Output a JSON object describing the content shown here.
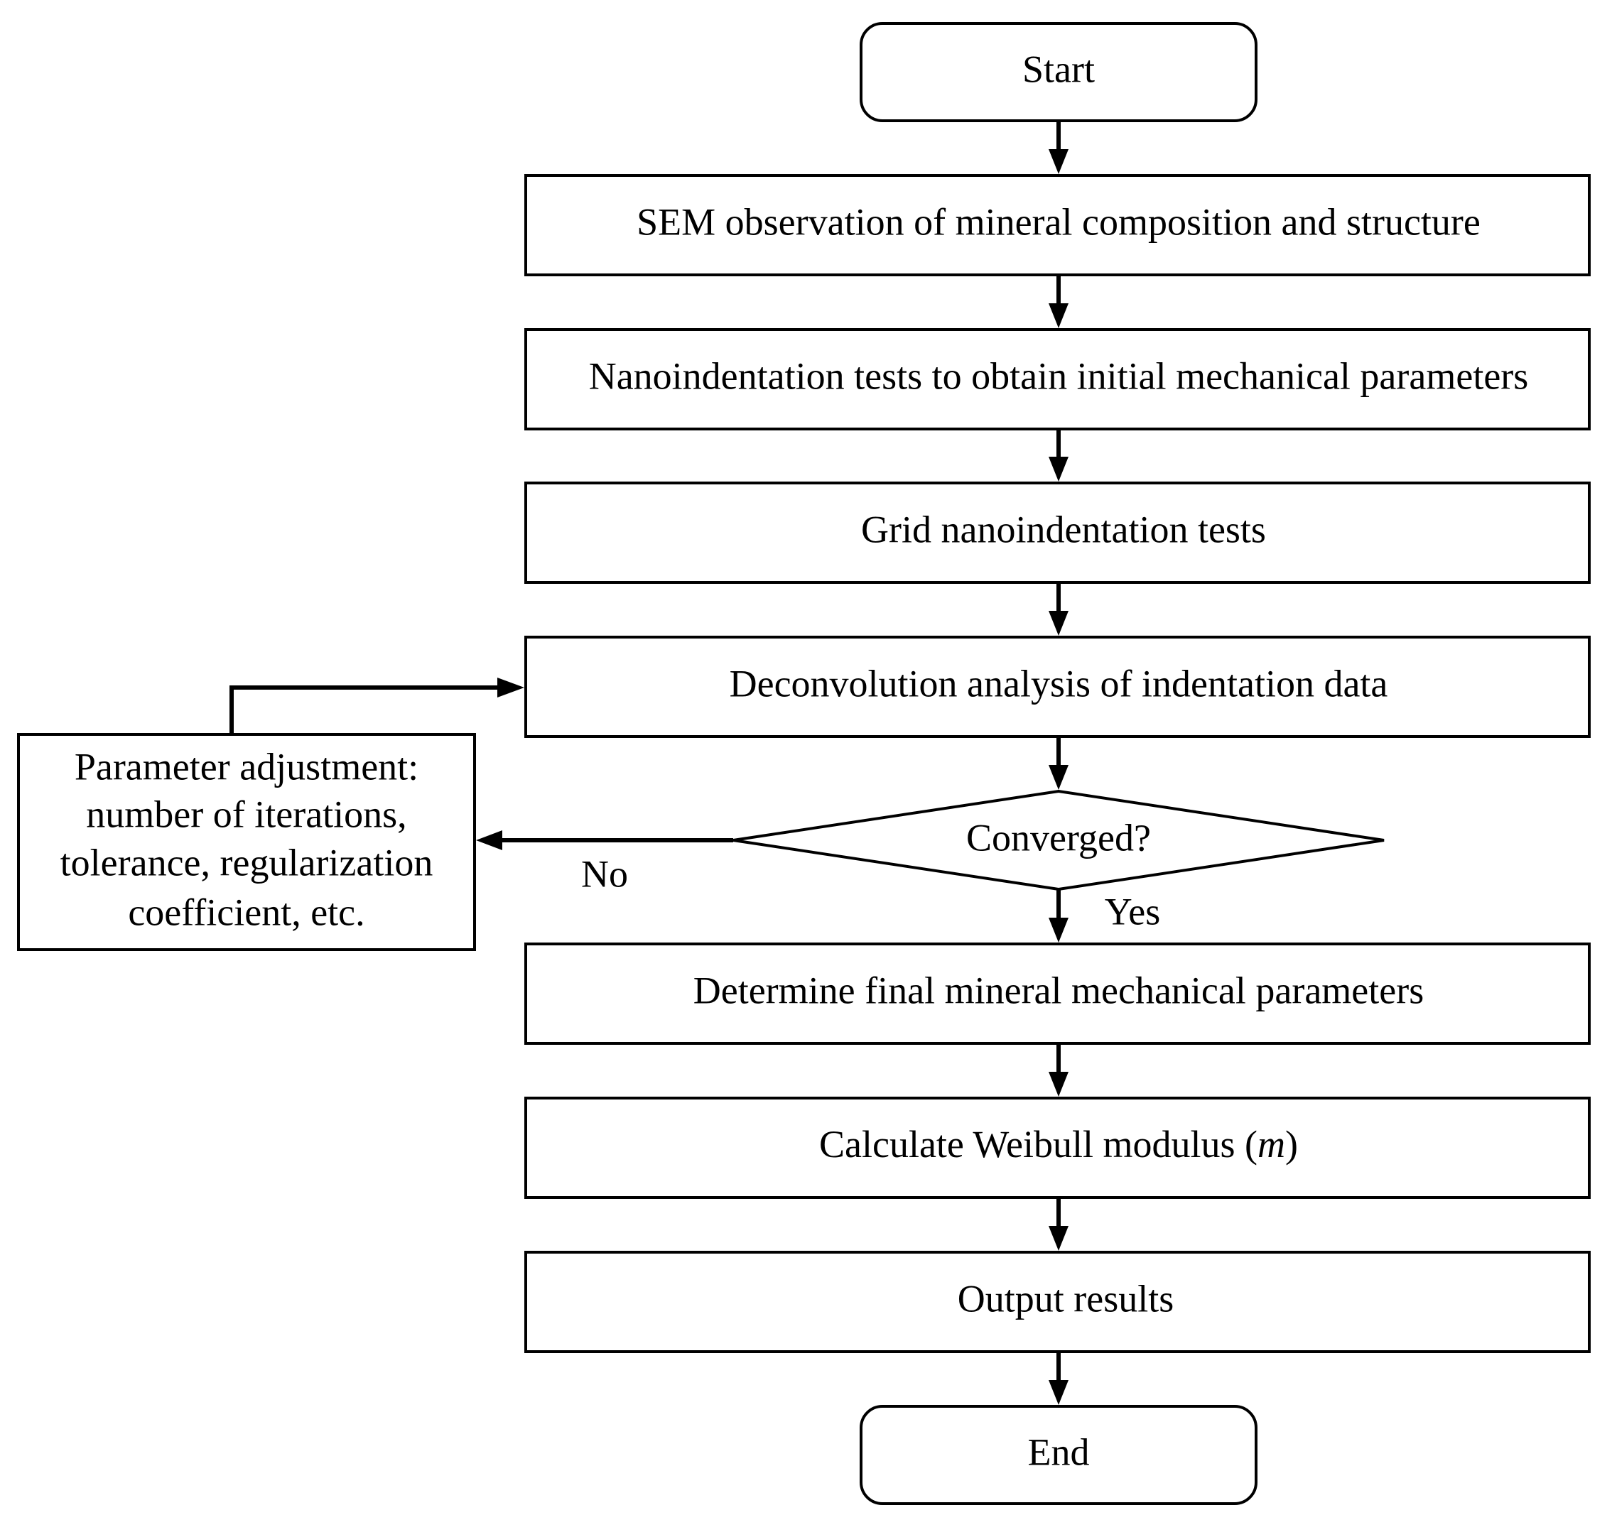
{
  "nodes": {
    "start": "Start",
    "sem": "SEM observation of mineral composition and structure",
    "nano": "Nanoindentation tests to obtain initial mechanical parameters",
    "grid": "Grid nanoindentation tests",
    "deconv": "Deconvolution analysis of indentation data",
    "converged": "Converged?",
    "param": {
      "line1": "Parameter adjustment:",
      "line2": "number of iterations,",
      "line3": "tolerance, regularization",
      "line4": "coefficient,  etc."
    },
    "final": "Determine final mineral mechanical parameters",
    "weibull": {
      "prefix": "Calculate Weibull modulus (",
      "symbol": "m",
      "suffix": ")"
    },
    "output": "Output results",
    "end": "End"
  },
  "labels": {
    "no": "No",
    "yes": "Yes"
  }
}
